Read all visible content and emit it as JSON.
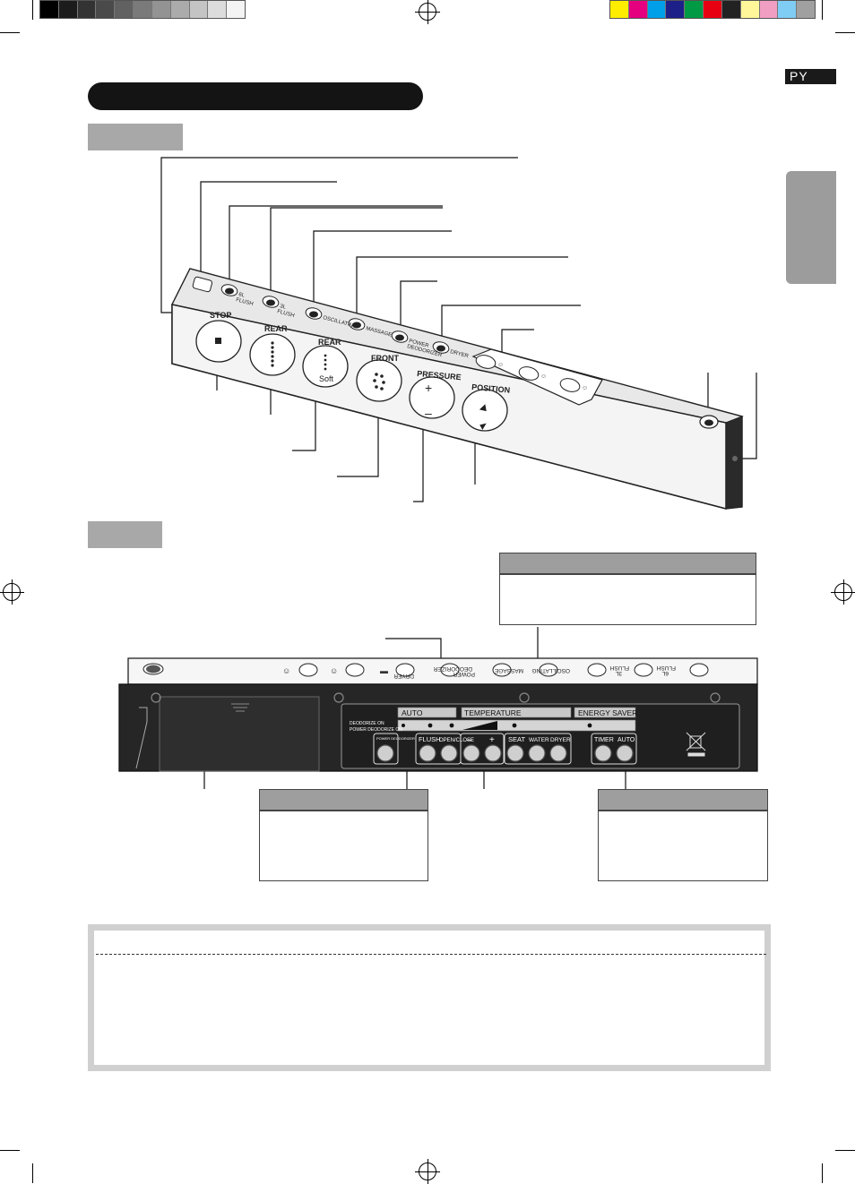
{
  "print_marks": {
    "grayscale_bar": [
      "#000000",
      "#1c1c1c",
      "#333333",
      "#4a4a4a",
      "#616161",
      "#7a7a7a",
      "#939393",
      "#ababab",
      "#c4c4c4",
      "#dcdcdc",
      "#f4f4f4"
    ],
    "color_bar": [
      "#ffed00",
      "#e4007f",
      "#00a0e9",
      "#1d2088",
      "#009944",
      "#e60012",
      "#222222",
      "#fff799",
      "#f09ec2",
      "#7fcdf4",
      "#a0a0a0"
    ]
  },
  "language_tag": "PY",
  "top_panel": {
    "button_labels": {
      "stop": "STOP",
      "rear": "REAR",
      "rear_soft": "REAR",
      "soft": "Soft",
      "front": "FRONT",
      "pressure": "PRESSURE",
      "position": "POSITION",
      "plus": "+",
      "minus": "–",
      "flush_6l": "6L",
      "flush_6l_word": "FLUSH",
      "flush_3l": "3L",
      "flush_3l_word": "FLUSH",
      "oscillating": "OSCILLATING",
      "massage": "MASSAGE",
      "power_deodorizer": "POWER",
      "power_deodorizer_2": "DEODORIZER",
      "dryer": "DRYER"
    }
  },
  "bottom_panel": {
    "top_row_labels": {
      "dryer": "DRYER",
      "power": "POWER",
      "deodorizer": "DEODORIZER",
      "massage": "MASSAGE",
      "oscillating": "OSCILLATING",
      "flush_3l": "3L",
      "flush_3l_word": "FLUSH",
      "flush_6l": "6L",
      "flush_6l_word": "FLUSH"
    },
    "section_labels": {
      "auto": "AUTO",
      "temperature": "TEMPERATURE",
      "energy_saver": "ENERGY SAVER"
    },
    "indicator_labels": {
      "deodorize_on": "DEODORIZE ON",
      "power_deodorize_on": "POWER DEODORIZE ON"
    },
    "button_labels": {
      "power_deodorizer": "POWER DEODORIZER",
      "flush": "FLUSH",
      "open_close": "OPEN/CLOSE",
      "minus": "–",
      "plus": "+",
      "seat": "SEAT",
      "water": "WATER",
      "dryer": "DRYER",
      "timer": "TIMER",
      "auto": "AUTO"
    }
  }
}
